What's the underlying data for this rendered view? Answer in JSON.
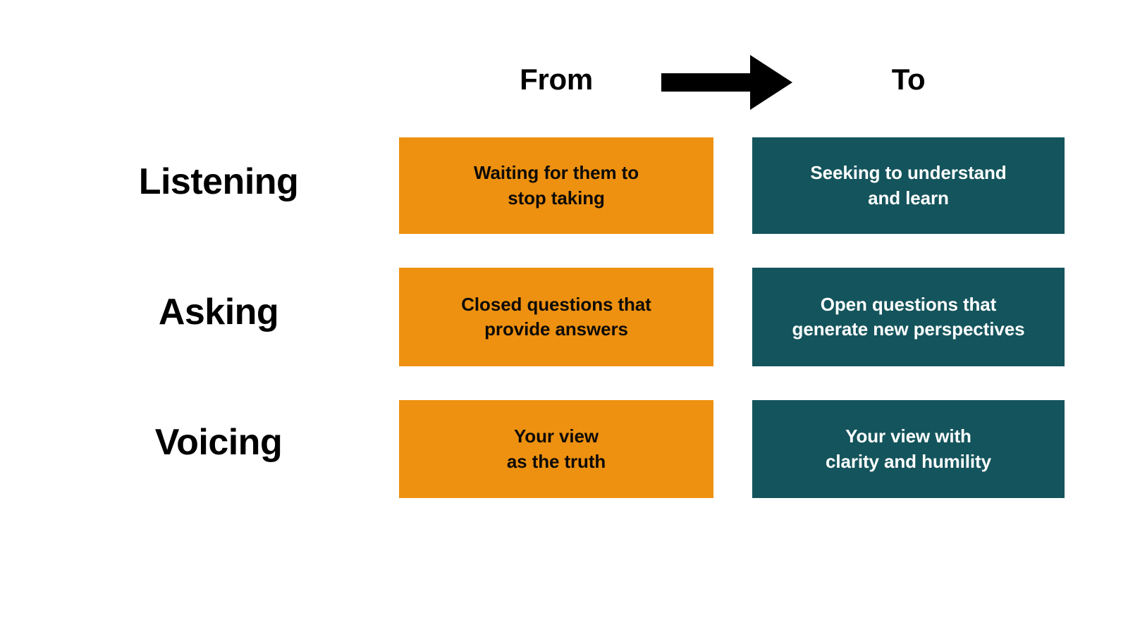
{
  "colors": {
    "background": "#ffffff",
    "from_fill": "#ee9110",
    "to_fill": "#14545c",
    "from_text": "#0d0b08",
    "to_text": "#ffffff",
    "label_text": "#000000",
    "arrow": "#000000"
  },
  "header": {
    "from_label": "From",
    "to_label": "To",
    "arrow_icon": "right-arrow-icon"
  },
  "rows": [
    {
      "label": "Listening",
      "from": "Waiting for them to stop taking",
      "from_lines": [
        "Waiting for them to",
        "stop taking"
      ],
      "to": "Seeking to understand and learn",
      "to_lines": [
        "Seeking to understand",
        "and learn"
      ]
    },
    {
      "label": "Asking",
      "from": "Closed questions that provide answers",
      "from_lines": [
        "Closed questions that",
        "provide answers"
      ],
      "to": "Open questions that generate new perspectives",
      "to_lines": [
        "Open questions that",
        "generate new perspectives"
      ]
    },
    {
      "label": "Voicing",
      "from": "Your view as the truth",
      "from_lines": [
        "Your view",
        "as the truth"
      ],
      "to": "Your view with clarity and humility",
      "to_lines": [
        "Your view with",
        "clarity and humility"
      ]
    }
  ]
}
